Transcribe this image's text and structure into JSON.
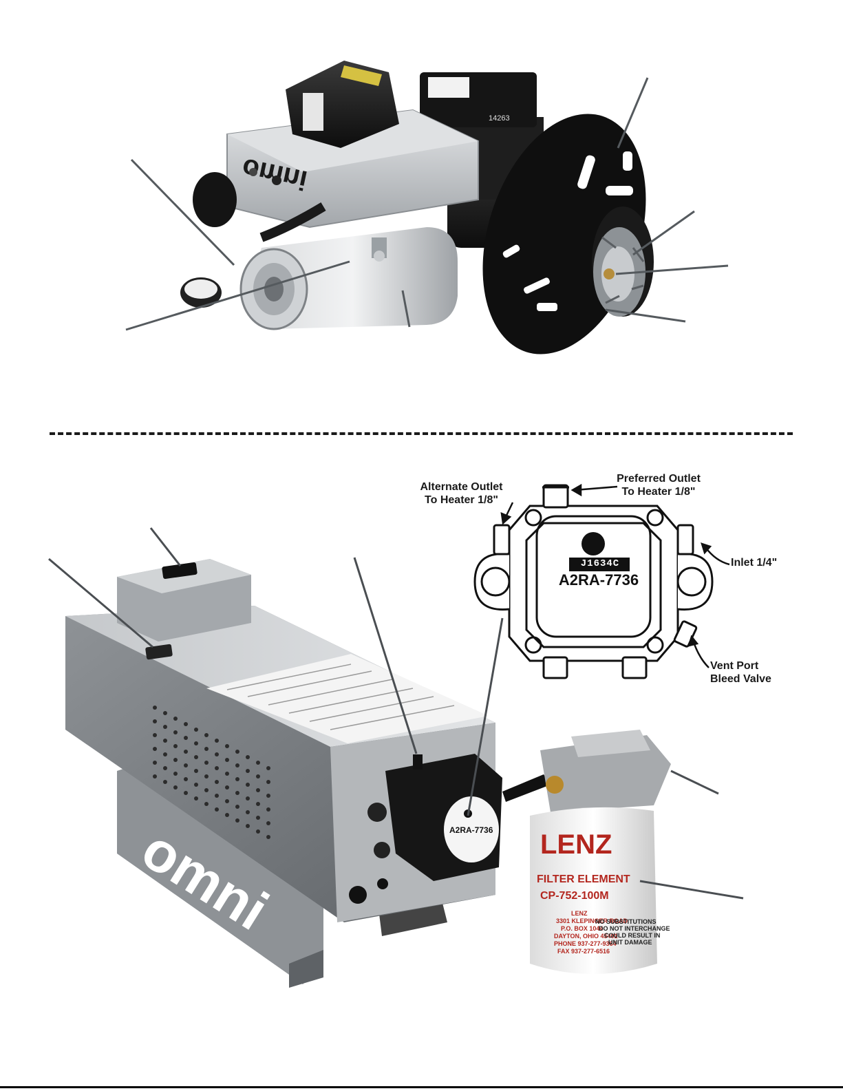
{
  "burner": {
    "brand_text": "omni",
    "unit_number": "14263"
  },
  "pump_diagram": {
    "model": "A2RA-7736",
    "serial": "J1634C",
    "labels": {
      "alternate_outlet": [
        "Alternate Outlet",
        "To Heater 1/8\""
      ],
      "preferred_outlet": [
        "Preferred Outlet",
        "To Heater 1/8\""
      ],
      "inlet": "Inlet 1/4\"",
      "vent_port": [
        "Vent Port",
        "Bleed Valve"
      ]
    }
  },
  "pump_unit": {
    "brand_text": "omni",
    "pump_label_model": "A2RA-7736"
  },
  "filter": {
    "brand": "LENZ",
    "line1": "FILTER ELEMENT",
    "part": "CP-752-100M",
    "address": [
      "LENZ",
      "3301 KLEPINGER ROAD",
      "P.O. BOX 1044",
      "DAYTON, OHIO 45401",
      "PHONE 937-277-9364",
      "FAX 937-277-6516"
    ],
    "warning": [
      "NO SUBSTITUTIONS",
      "DO NOT INTERCHANGE",
      "COULD RESULT IN",
      "UNIT DAMAGE"
    ]
  },
  "colors": {
    "steel": "#b9bcc0",
    "dark": "#1c1c1c",
    "filter_red": "#b3261e",
    "ink": "#1a1a1a"
  }
}
